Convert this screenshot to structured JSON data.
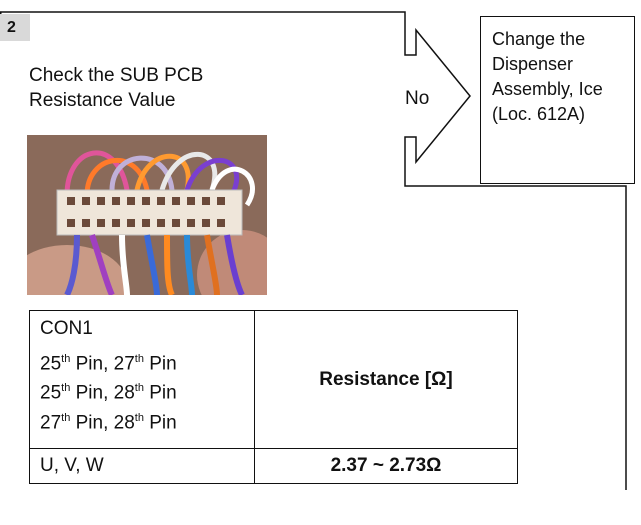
{
  "step": {
    "number": "2"
  },
  "check": {
    "title_line1": "Check the SUB PCB",
    "title_line2": "Resistance Value"
  },
  "branch": {
    "no_label": "No"
  },
  "action": {
    "lines": [
      "Change the",
      "Dispenser",
      "Assembly, Ice",
      "(Loc. 612A)"
    ]
  },
  "table": {
    "connector": "CON1",
    "pin_sup": "th",
    "pin_pairs": [
      [
        {
          "num": "25",
          "word": "Pin"
        },
        {
          "num": "27",
          "word": "Pin"
        }
      ],
      [
        {
          "num": "25",
          "word": "Pin"
        },
        {
          "num": "28",
          "word": "Pin"
        }
      ],
      [
        {
          "num": "27",
          "word": "Pin"
        },
        {
          "num": "28",
          "word": "Pin"
        }
      ]
    ],
    "header": "Resistance [Ω]",
    "phases": "U, V, W",
    "value": "2.37 ~ 2.73Ω"
  },
  "colors": {
    "line": "#111111",
    "badge": "#d9d9d9",
    "background": "#ffffff"
  }
}
